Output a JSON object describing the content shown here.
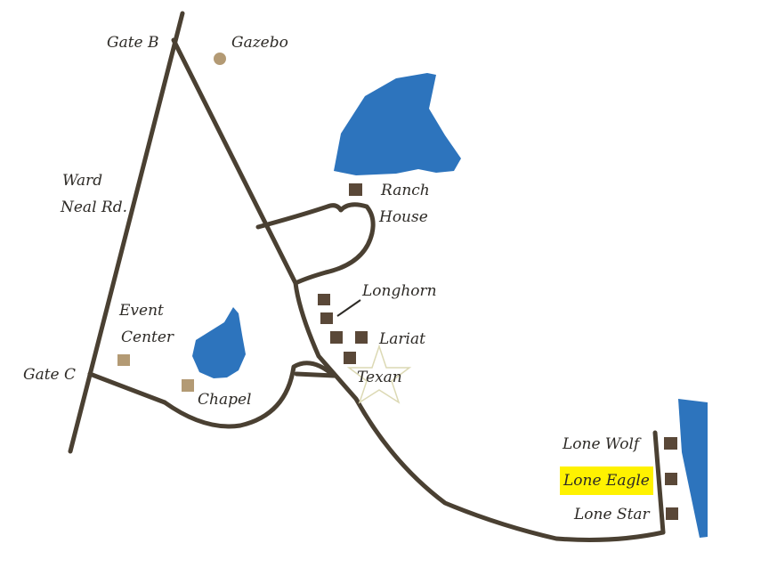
{
  "labels": {
    "gate_b": "Gate B",
    "gazebo": "Gazebo",
    "ward_neal_1": "Ward",
    "ward_neal_2": "Neal Rd.",
    "ranch_1": "Ranch",
    "ranch_2": "House",
    "longhorn": "Longhorn",
    "event_1": "Event",
    "event_2": "Center",
    "lariat": "Lariat",
    "gate_c": "Gate C",
    "texan": "Texan",
    "chapel": "Chapel",
    "lone_wolf": "Lone Wolf",
    "lone_eagle": "Lone Eagle",
    "lone_star": "Lone Star"
  },
  "colors": {
    "road": "#4a4032",
    "water": "#2d74bd",
    "cabin": "#5a4838",
    "venue": "#b39a74",
    "highlight": "#fff200",
    "star": "#dcd9b4"
  },
  "icons": {
    "texan_marker": "star-icon"
  }
}
